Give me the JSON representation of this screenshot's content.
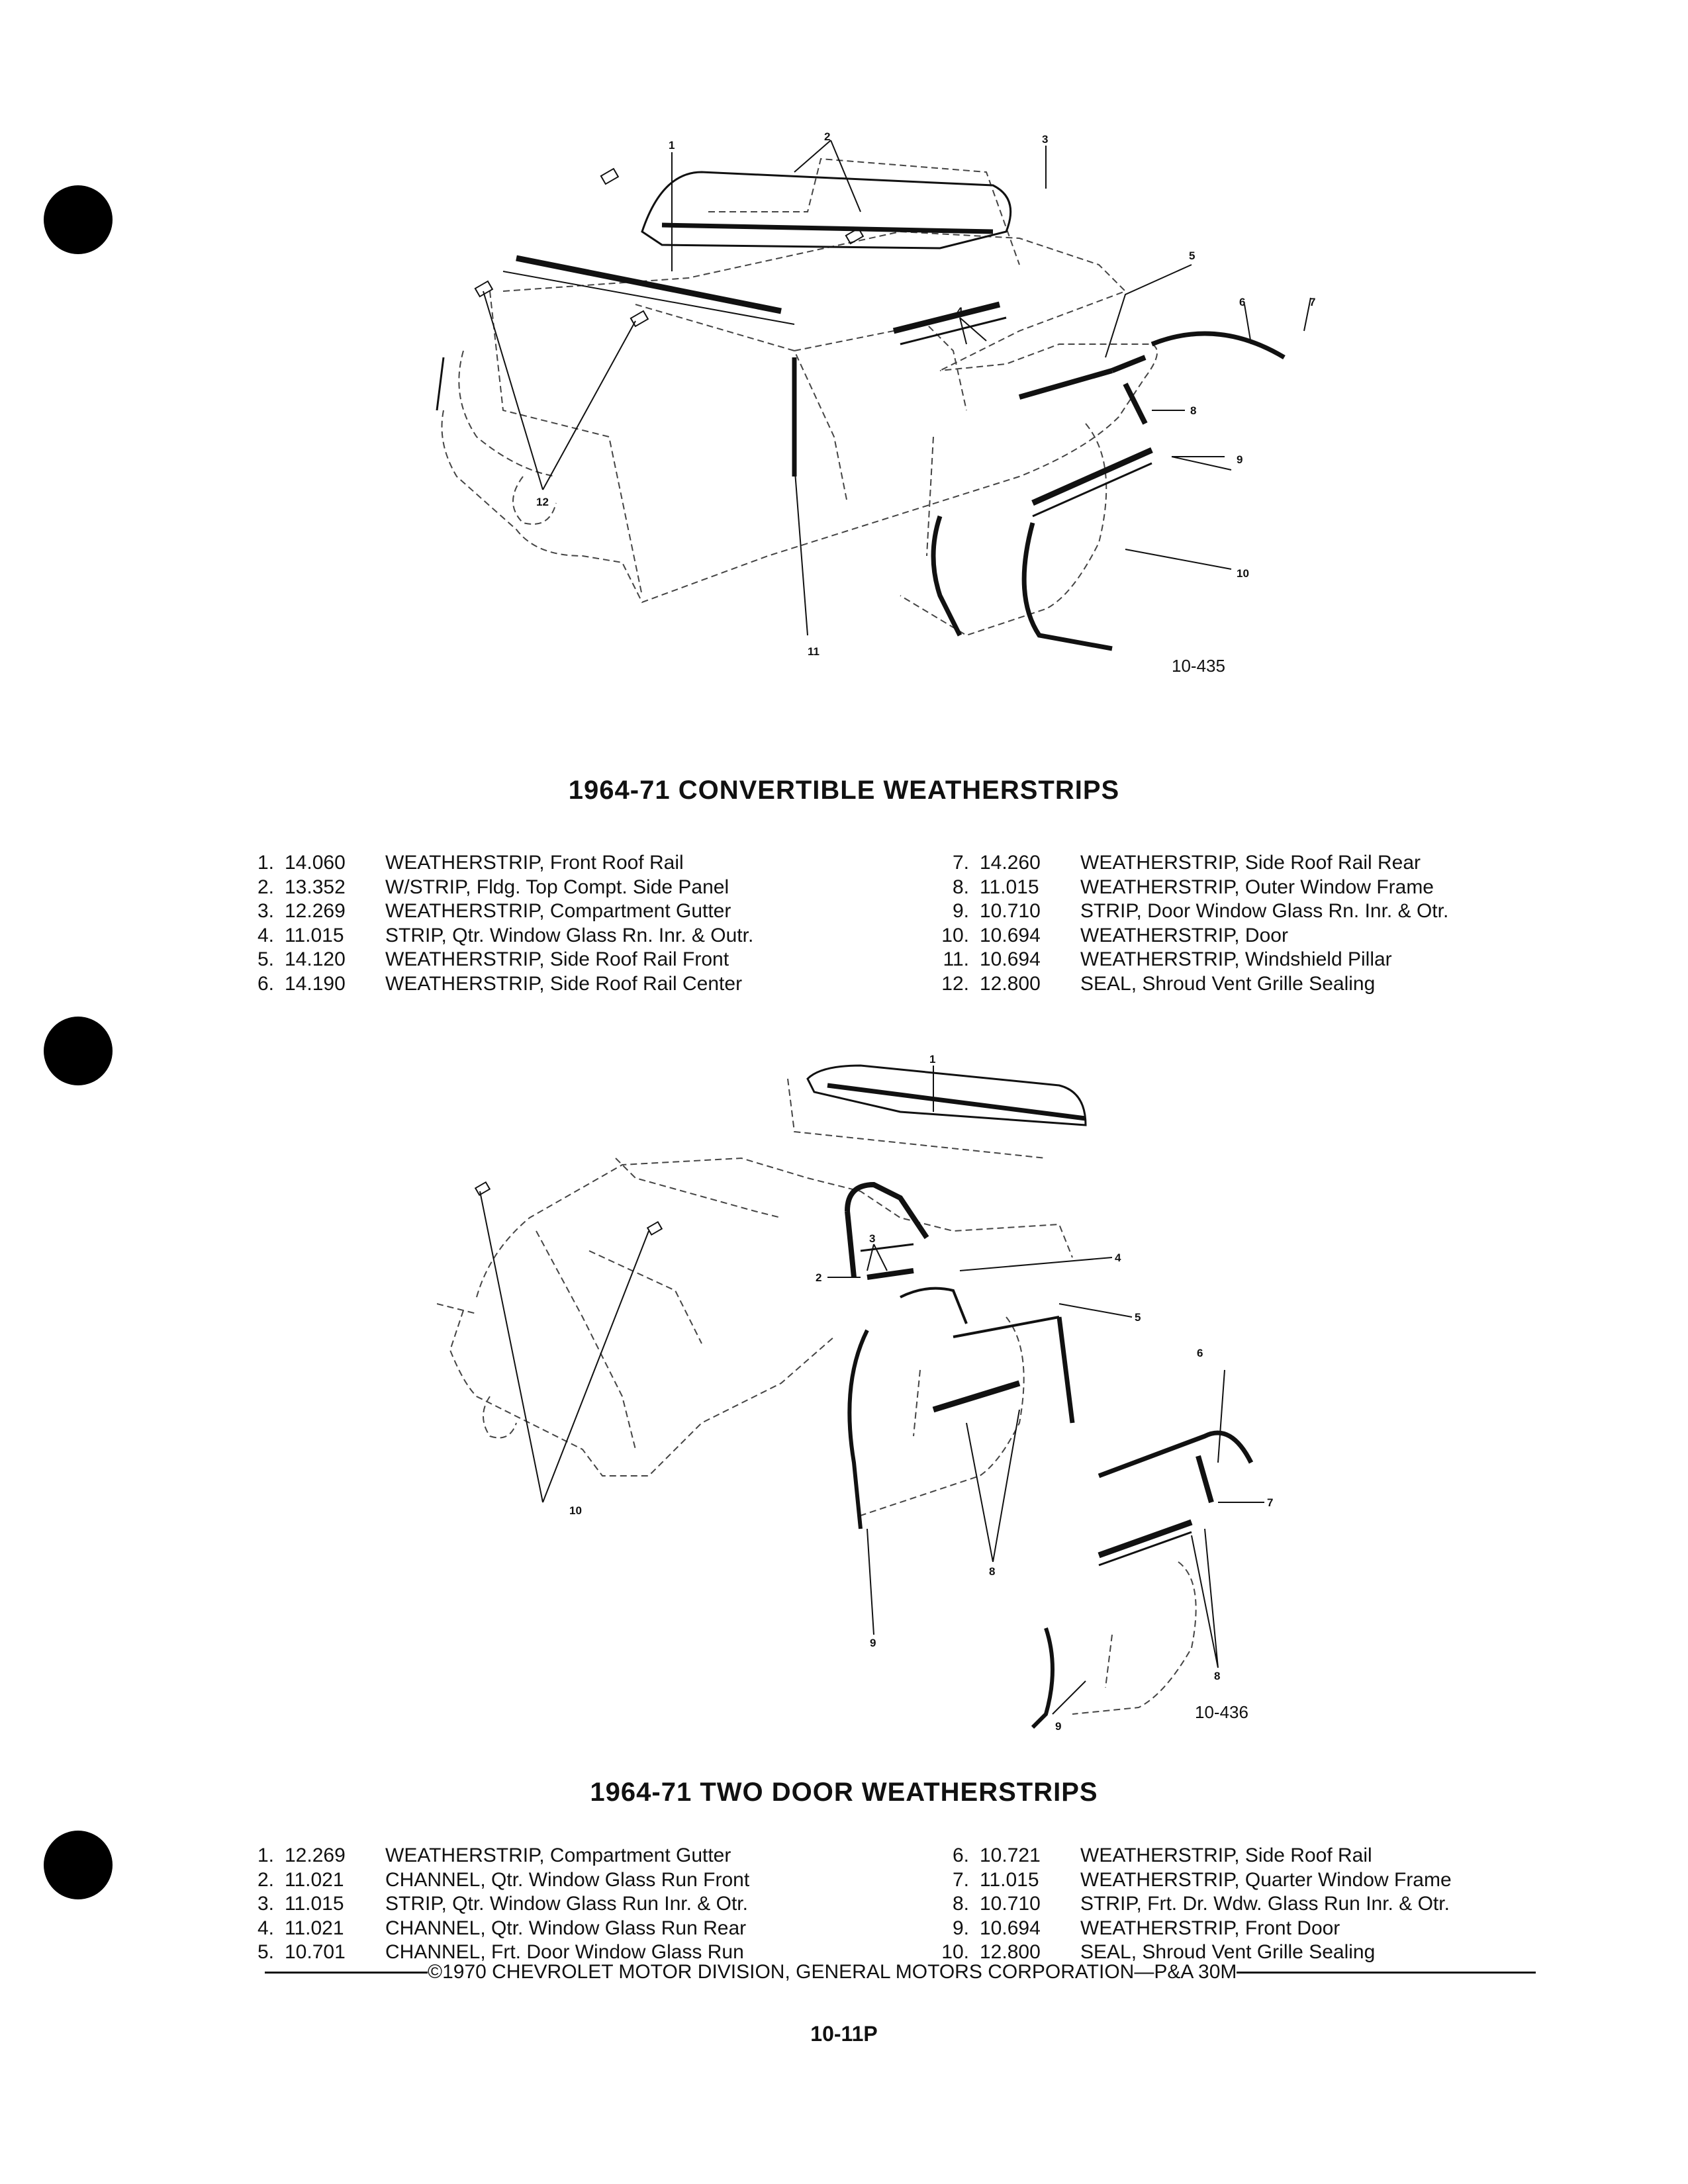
{
  "section1": {
    "figure_code": "10-435",
    "title": "1964-71 CONVERTIBLE WEATHERSTRIPS",
    "callouts": [
      "1",
      "2",
      "3",
      "4",
      "5",
      "6",
      "7",
      "8",
      "9",
      "10",
      "11",
      "12"
    ],
    "parts_left": [
      {
        "num": "1.",
        "code": "14.060",
        "desc": "WEATHERSTRIP, Front Roof Rail"
      },
      {
        "num": "2.",
        "code": "13.352",
        "desc": "W/STRIP, Fldg. Top Compt. Side Panel"
      },
      {
        "num": "3.",
        "code": "12.269",
        "desc": "WEATHERSTRIP, Compartment Gutter"
      },
      {
        "num": "4.",
        "code": "11.015",
        "desc": "STRIP, Qtr. Window Glass Rn. Inr. & Outr."
      },
      {
        "num": "5.",
        "code": "14.120",
        "desc": "WEATHERSTRIP, Side Roof Rail Front"
      },
      {
        "num": "6.",
        "code": "14.190",
        "desc": "WEATHERSTRIP, Side Roof Rail Center"
      }
    ],
    "parts_right": [
      {
        "num": "7.",
        "code": "14.260",
        "desc": "WEATHERSTRIP, Side Roof Rail Rear"
      },
      {
        "num": "8.",
        "code": "11.015",
        "desc": "WEATHERSTRIP, Outer Window Frame"
      },
      {
        "num": "9.",
        "code": "10.710",
        "desc": "STRIP, Door Window Glass Rn. Inr. & Otr."
      },
      {
        "num": "10.",
        "code": "10.694",
        "desc": "WEATHERSTRIP, Door"
      },
      {
        "num": "11.",
        "code": "10.694",
        "desc": "WEATHERSTRIP, Windshield Pillar"
      },
      {
        "num": "12.",
        "code": "12.800",
        "desc": "SEAL, Shroud Vent Grille Sealing"
      }
    ]
  },
  "section2": {
    "figure_code": "10-436",
    "title": "1964-71 TWO DOOR WEATHERSTRIPS",
    "callouts": [
      "1",
      "2",
      "3",
      "4",
      "5",
      "6",
      "7",
      "8",
      "8",
      "9",
      "9",
      "10"
    ],
    "parts_left": [
      {
        "num": "1.",
        "code": "12.269",
        "desc": "WEATHERSTRIP, Compartment Gutter"
      },
      {
        "num": "2.",
        "code": "11.021",
        "desc": "CHANNEL, Qtr. Window Glass Run Front"
      },
      {
        "num": "3.",
        "code": "11.015",
        "desc": "STRIP, Qtr. Window Glass Run Inr. & Otr."
      },
      {
        "num": "4.",
        "code": "11.021",
        "desc": "CHANNEL, Qtr. Window Glass Run Rear"
      },
      {
        "num": "5.",
        "code": "10.701",
        "desc": "CHANNEL, Frt. Door Window Glass Run"
      }
    ],
    "parts_right": [
      {
        "num": "6.",
        "code": "10.721",
        "desc": "WEATHERSTRIP, Side Roof Rail"
      },
      {
        "num": "7.",
        "code": "11.015",
        "desc": "WEATHERSTRIP, Quarter Window Frame"
      },
      {
        "num": "8.",
        "code": "10.710",
        "desc": "STRIP, Frt. Dr. Wdw. Glass Run Inr. & Otr."
      },
      {
        "num": "9.",
        "code": "10.694",
        "desc": "WEATHERSTRIP, Front Door"
      },
      {
        "num": "10.",
        "code": "12.800",
        "desc": "SEAL, Shroud Vent Grille Sealing"
      }
    ]
  },
  "footer": {
    "copyright": "©1970 CHEVROLET MOTOR DIVISION, GENERAL MOTORS CORPORATION—P&A 30M",
    "page_number": "10-11P"
  }
}
